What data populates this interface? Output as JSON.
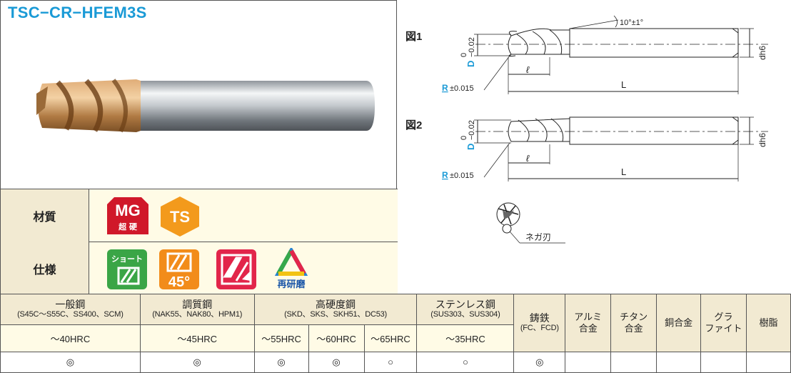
{
  "product": {
    "title": "TSC−CR−HFEM3S",
    "image_icon": "end-mill-photo"
  },
  "material_row": {
    "label": "材質",
    "badges": [
      {
        "icon": "mg-carbide-badge",
        "line1": "MG",
        "line2": "超 硬",
        "color": "#d0182a"
      },
      {
        "icon": "ts-coating-badge",
        "text": "TS",
        "color": "#f39a1c"
      }
    ]
  },
  "spec_row": {
    "label": "仕様",
    "badges": [
      {
        "icon": "short-length-badge",
        "text": "ショート",
        "color": "#3aa546"
      },
      {
        "icon": "helix-45-badge",
        "text": "45°",
        "color": "#f28c1a"
      },
      {
        "icon": "irregular-flute-badge",
        "color": "#e2254a"
      },
      {
        "icon": "regrind-badge",
        "text": "再研磨"
      }
    ]
  },
  "figures": [
    {
      "label": "図1",
      "tolerance_top": "0",
      "tolerance_bottom": "−0.02",
      "d_label": "D",
      "angle": "10°±1°",
      "dh": "dh6",
      "ell": "ℓ",
      "length": "L",
      "radius_label": "R",
      "radius_tol": "±0.015"
    },
    {
      "label": "図2",
      "tolerance_top": "0",
      "tolerance_bottom": "−0.02",
      "d_label": "D",
      "dh": "dh6",
      "ell": "ℓ",
      "length": "L",
      "radius_label": "R",
      "radius_tol": "±0.015"
    }
  ],
  "nega_label": "ネガ刃",
  "table": {
    "groups": [
      {
        "name": "一般鋼",
        "sub": "(S45C〜S55C、SS400、SCM)",
        "hrc": [
          "〜40HRC"
        ],
        "marks": [
          "◎"
        ]
      },
      {
        "name": "調質鋼",
        "sub": "(NAK55、NAK80、HPM1)",
        "hrc": [
          "〜45HRC"
        ],
        "marks": [
          "◎"
        ]
      },
      {
        "name": "高硬度鋼",
        "sub": "(SKD、SKS、SKH51、DC53)",
        "hrc": [
          "〜55HRC",
          "〜60HRC",
          "〜65HRC"
        ],
        "marks": [
          "◎",
          "◎",
          "○"
        ]
      },
      {
        "name": "ステンレス鋼",
        "sub": "(SUS303、SUS304)",
        "hrc": [
          "〜35HRC"
        ],
        "marks": [
          "○"
        ]
      }
    ],
    "cast_iron": {
      "name": "鋳鉄",
      "sub": "(FC、FCD)",
      "mark": "◎"
    },
    "others": [
      {
        "line1": "アルミ",
        "line2": "合金",
        "mark": ""
      },
      {
        "line1": "チタン",
        "line2": "合金",
        "mark": ""
      },
      {
        "line1": "銅合金",
        "line2": "",
        "mark": ""
      },
      {
        "line1": "グラ",
        "line2": "ファイト",
        "mark": ""
      },
      {
        "line1": "樹脂",
        "line2": "",
        "mark": ""
      }
    ]
  }
}
